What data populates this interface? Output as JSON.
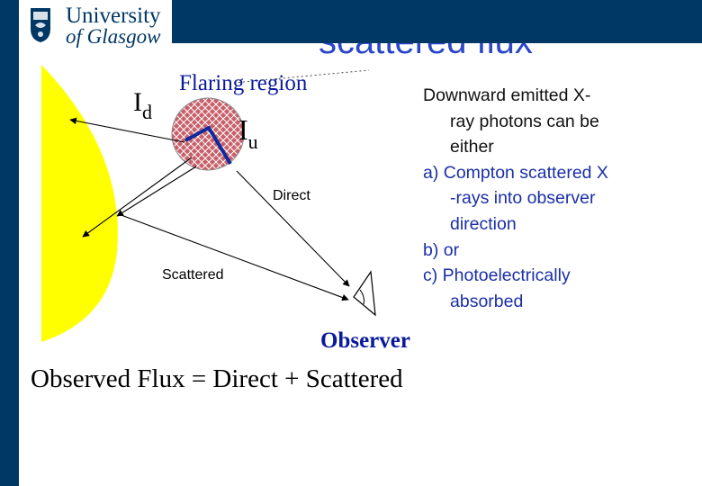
{
  "logo": {
    "line1": "University",
    "line2": "of Glasgow"
  },
  "title": "scattered flux",
  "labels": {
    "id_main": "I",
    "id_sub": "d",
    "iu_main": "I",
    "iu_sub": "u",
    "flaring_region": "Flaring region",
    "direct": "Direct",
    "scattered": "Scattered",
    "observer": "Observer"
  },
  "description": [
    {
      "text": "Downward emitted X-",
      "indent": false,
      "color": "#111111"
    },
    {
      "text": "ray photons can be",
      "indent": true,
      "color": "#111111"
    },
    {
      "text": "either",
      "indent": true,
      "color": "#111111"
    },
    {
      "text": "a) Compton scattered X",
      "indent": false,
      "color": "#1a2fa8"
    },
    {
      "text": "-rays into observer",
      "indent": true,
      "color": "#1a2fa8"
    },
    {
      "text": "direction",
      "indent": true,
      "color": "#1a2fa8"
    },
    {
      "text": "b) or",
      "indent": false,
      "color": "#1a2fa8"
    },
    {
      "text": "c) Photoelectrically",
      "indent": false,
      "color": "#1a2fa8"
    },
    {
      "text": "absorbed",
      "indent": true,
      "color": "#1a2fa8"
    }
  ],
  "formula": "Observed Flux = Direct + Scattered",
  "colors": {
    "brand": "#003865",
    "title": "#2a46c8",
    "sun": "#ffff00",
    "source": "#c8606a",
    "observer_label": "#0a1a9c"
  }
}
